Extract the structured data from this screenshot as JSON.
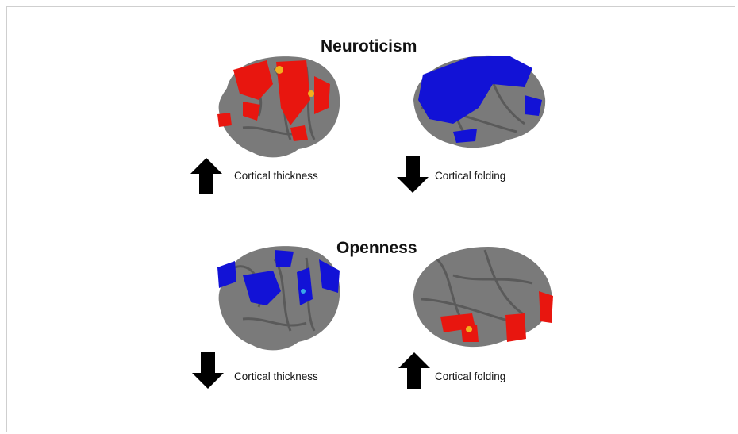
{
  "panels": [
    {
      "title": "Neuroticism",
      "left": {
        "direction": "up",
        "caption": "Cortical thickness",
        "overlay_color": "#e8160f"
      },
      "right": {
        "direction": "down",
        "caption": "Cortical folding",
        "overlay_color": "#1212d6"
      }
    },
    {
      "title": "Openness",
      "left": {
        "direction": "down",
        "caption": "Cortical thickness",
        "overlay_color": "#1212d6"
      },
      "right": {
        "direction": "up",
        "caption": "Cortical folding",
        "overlay_color": "#e8160f"
      }
    }
  ],
  "colors": {
    "cortex": "#7a7a7a",
    "cortex_dark": "#5a5a5a",
    "increase": "#e8160f",
    "decrease": "#1212d6",
    "peak": "#f2b01e"
  },
  "icons": {
    "up": "arrow-up-icon",
    "down": "arrow-down-icon"
  }
}
